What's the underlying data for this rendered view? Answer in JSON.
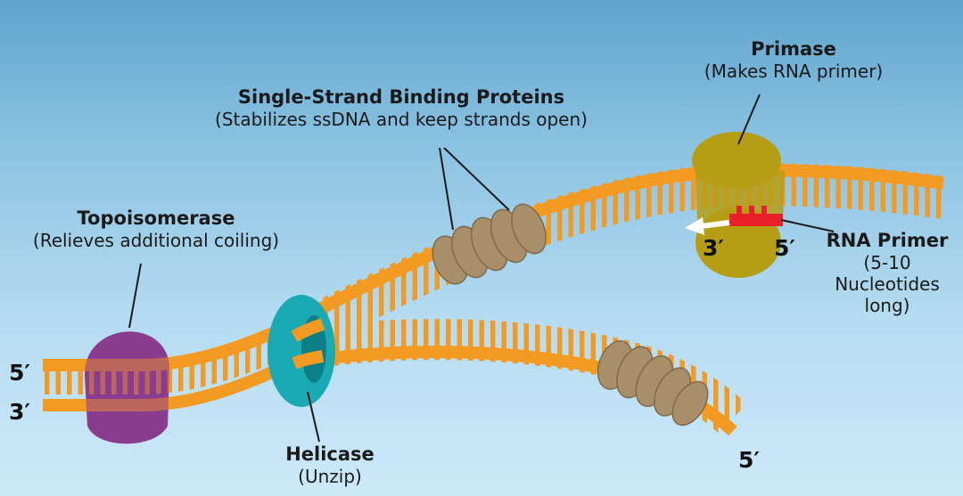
{
  "labels": {
    "topoisomerase": {
      "title": "Topoisomerase",
      "subtitle": "(Relieves additional coiling)"
    },
    "helicase": {
      "title": "Helicase",
      "subtitle": "(Unzip)"
    },
    "ssb": {
      "title": "Single-Strand Binding Proteins",
      "subtitle": "(Stabilizes ssDNA and keep strands open)"
    },
    "primase": {
      "title": "Primase",
      "subtitle": "(Makes RNA primer)"
    },
    "rna_primer": {
      "title": "RNA Primer",
      "line1": "(5-10",
      "line2": "Nucleotides",
      "line3": "long)"
    }
  },
  "ends": {
    "left_top": "5′",
    "left_bottom": "3′",
    "primer_three": "3′",
    "primer_five": "5′",
    "lower_strand": "5′"
  },
  "colors": {
    "dna": "#f39a22",
    "topoisomerase": "#8a3c8e",
    "helicase": "#1aaab4",
    "ssb": "#a88f6a",
    "primase": "#b59d14",
    "rna_primer": "#e8202a"
  }
}
